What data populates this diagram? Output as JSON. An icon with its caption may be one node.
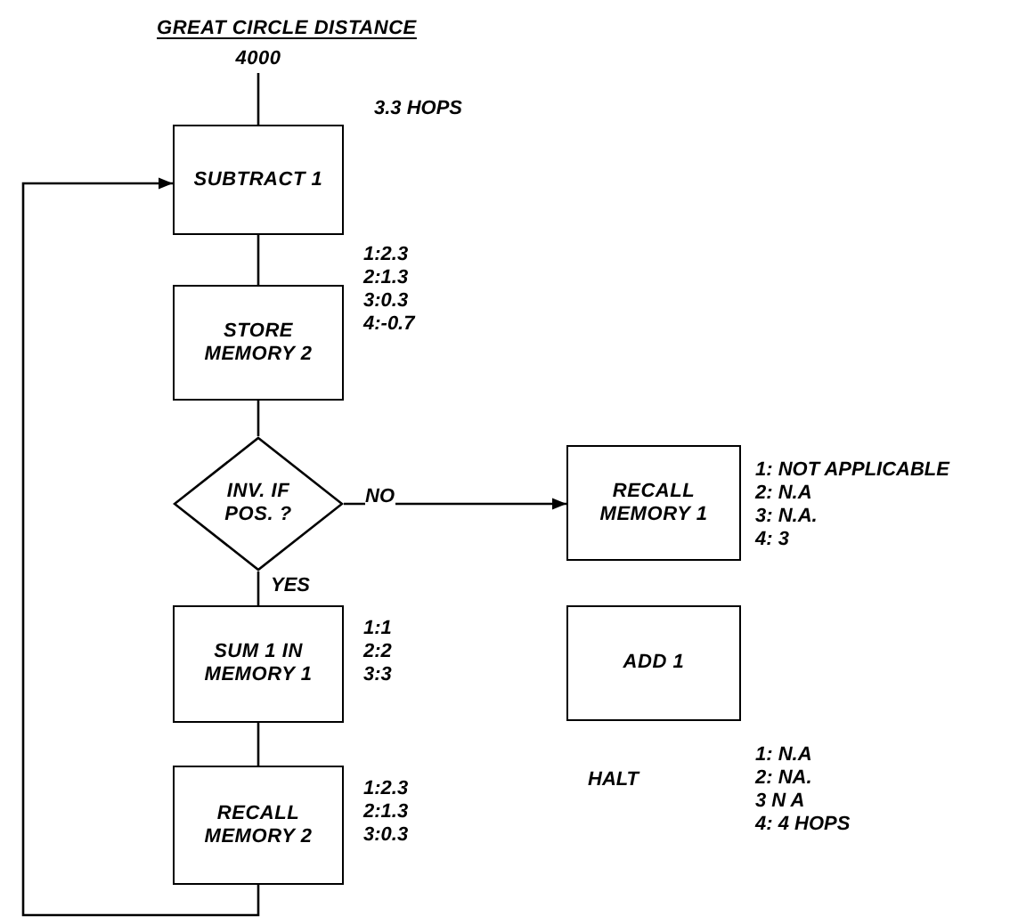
{
  "diagram": {
    "title": "GREAT CIRCLE DISTANCE",
    "nodes": [
      {
        "text": [
          "4000"
        ]
      },
      {
        "text": [
          "SUBTRACT 1"
        ],
        "beside": [
          "3.3 HOPS"
        ]
      },
      {
        "text": [
          "STORE MEMORY 2"
        ],
        "beside": [
          "1:2.3",
          "2:1.3",
          "3:0.3",
          "4:-0.7"
        ]
      },
      {
        "text": [
          "INV. IF POS. ?"
        ]
      },
      {
        "text": [
          "RECALL MEMORY 1"
        ],
        "beside": [
          "1: NOT APPLICABLE",
          "2: N.A",
          "3: N.A.",
          "4: 3"
        ]
      },
      {
        "text": [
          "SUM 1 IN MEMORY 1"
        ],
        "beside": [
          "1:1",
          "2:2",
          "3:3"
        ]
      },
      {
        "text": [
          "RECALL MEMORY 2"
        ],
        "beside": [
          "1:2.3",
          "2:1.3",
          "3:0.3"
        ]
      },
      {
        "text": [
          "ADD 1"
        ]
      }
    ],
    "edges": [
      {
        "from": 0,
        "to": 1,
        "arrow": "none"
      },
      {
        "from": 1,
        "to": 2,
        "arrow": "none"
      },
      {
        "from": 2,
        "to": 3,
        "arrow": "none"
      },
      {
        "from": 3,
        "to": 4,
        "arrow": "to",
        "label": "NO"
      },
      {
        "from": 3,
        "to": 5,
        "arrow": "none",
        "label": "YES"
      },
      {
        "from": 5,
        "to": 6,
        "arrow": "none"
      },
      {
        "from": 6,
        "to": 1,
        "arrow": "to"
      }
    ],
    "labels": [
      "HALT",
      "1: N.A",
      "2: NA.",
      "3 N A",
      "4: 4 HOPS"
    ]
  }
}
